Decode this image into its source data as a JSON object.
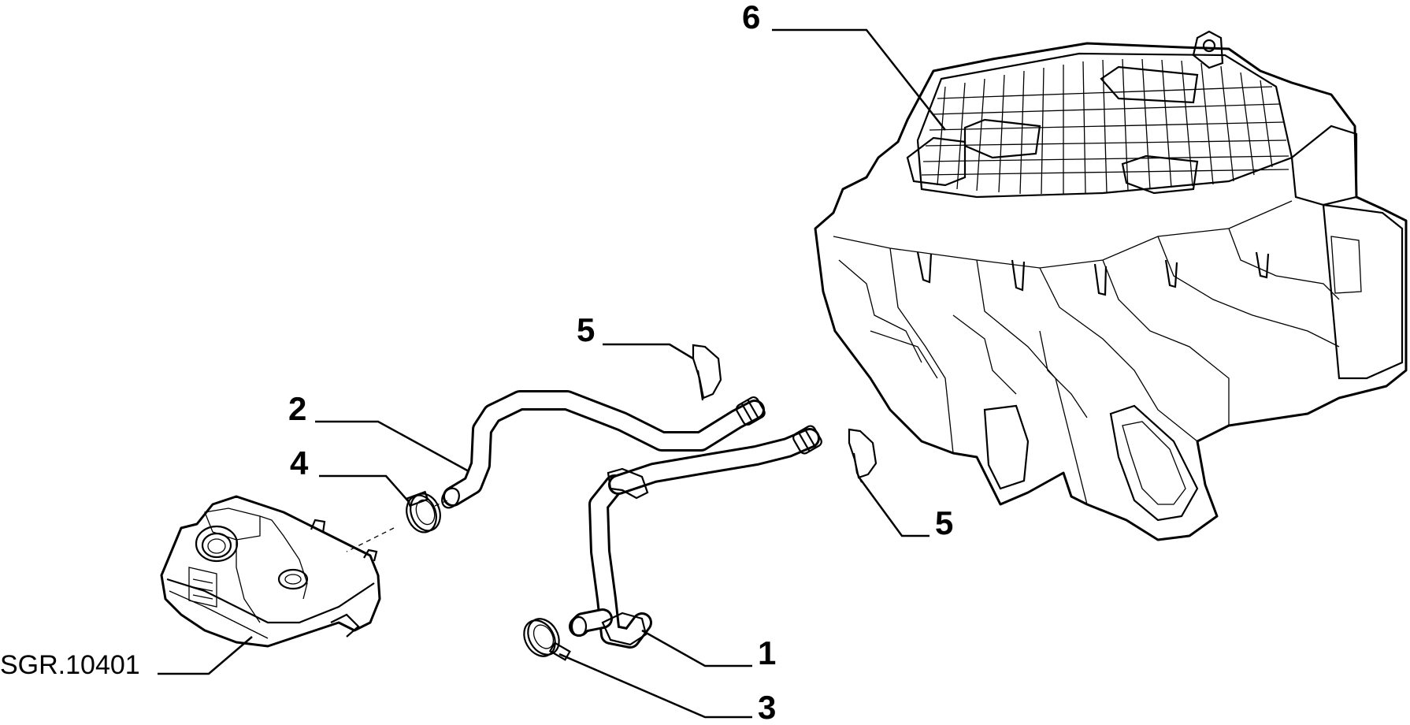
{
  "diagram": {
    "reference_code": "SGR.10401",
    "callouts": [
      {
        "id": "label-6",
        "text": "6"
      },
      {
        "id": "label-5-top",
        "text": "5"
      },
      {
        "id": "label-2",
        "text": "2"
      },
      {
        "id": "label-4",
        "text": "4"
      },
      {
        "id": "label-5-right",
        "text": "5"
      },
      {
        "id": "label-1",
        "text": "1"
      },
      {
        "id": "label-3",
        "text": "3"
      }
    ]
  }
}
